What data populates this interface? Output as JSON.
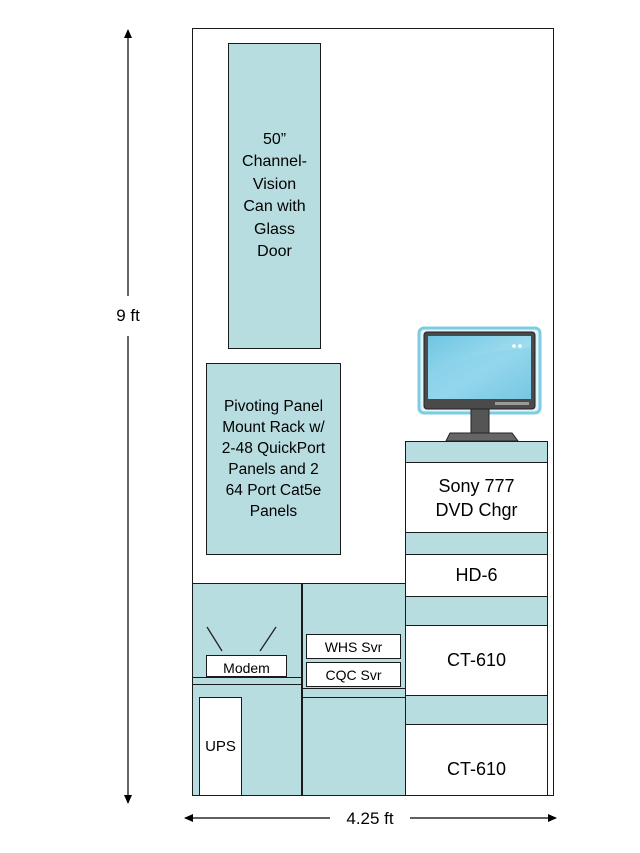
{
  "dimensions": {
    "height_label": "9 ft",
    "width_label": "4.25 ft"
  },
  "components": {
    "cabinet": "50”\nChannel-\nVision\nCan with\nGlass\nDoor",
    "panel_rack": "Pivoting Panel\nMount Rack w/\n2-48 QuickPort\nPanels and 2\n64 Port Cat5e\nPanels",
    "dvd_changer": "Sony 777\nDVD Chgr",
    "hd6": "HD-6",
    "ct610_upper": "CT-610",
    "ct610_lower": "CT-610",
    "whs_server": "WHS Svr",
    "cqc_server": "CQC Svr",
    "modem": "Modem",
    "ups": "UPS"
  },
  "colors": {
    "fill": "#b8dde0",
    "outline": "#1a1a1a",
    "monitor_screen": "#7fcfe6"
  },
  "icons": [
    "monitor-icon",
    "modem-antenna-icon"
  ]
}
